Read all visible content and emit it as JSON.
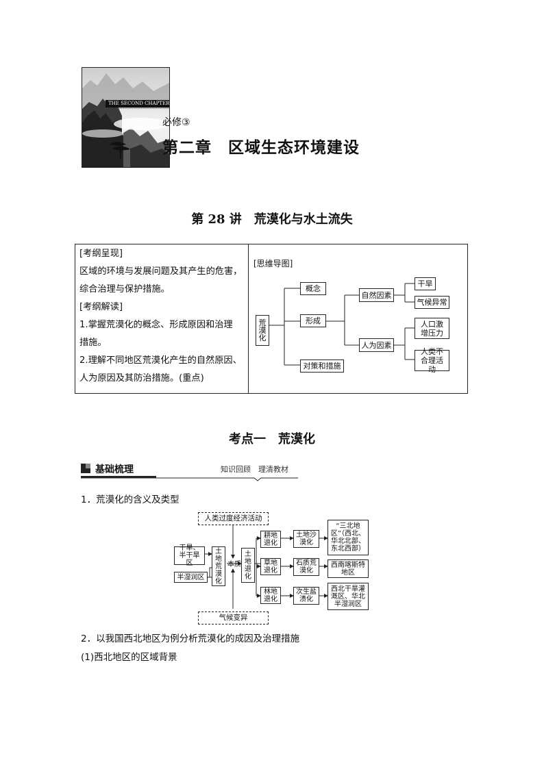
{
  "header": {
    "photo_caption": "THE SECOND CHAPTER",
    "book_label": "必修③",
    "chapter_title": "第二章　区域生态环境建设"
  },
  "lecture_title": "第 28 讲　荒漠化与水土流失",
  "syllabus": {
    "present_heading": "[考纲呈现]",
    "present_lines": [
      "区域的环境与发展问题及其产生的危害，",
      "综合治理与保护措施。"
    ],
    "interpret_heading": "[考纲解读]",
    "interpret_lines": [
      "1.掌握荒漠化的概念、形成原因和治理",
      "措施。",
      "2.理解不同地区荒漠化产生的自然原因、",
      "人为原因及其防治措施。(重点)"
    ]
  },
  "mind_map": {
    "heading": "[思维导图]",
    "root": "荒漠化",
    "branches": [
      "概念",
      "形成",
      "对策和措施"
    ],
    "causes": [
      "自然因素",
      "人为因素"
    ],
    "natural_factors": [
      "干旱",
      "气候异常"
    ],
    "human_factors": [
      "人口激增压力",
      "人类不合理活动"
    ]
  },
  "section_title": "考点一　荒漠化",
  "band": {
    "title": "基础梳理",
    "subtitle": "知识回顾　理清教材"
  },
  "item1": "1．荒漠化的含义及类型",
  "flow": {
    "top_cause": "人类过度经济活动",
    "bottom_cause": "气候变异",
    "regions": [
      "干旱、半干旱区",
      "半湿润区"
    ],
    "desertification": "土地荒漠化",
    "essence": "本质",
    "land_degradation": "土地退化",
    "degradation_types": [
      "耕地退化",
      "草地退化",
      "林地退化"
    ],
    "desert_types": [
      "土地沙漠化",
      "石质荒漠化",
      "次生盐渍化"
    ],
    "areas": [
      "“三北地区”（西北、华北北部、东北西部）",
      "西南喀斯特地区",
      "西北干旱灌溉区、华北半湿润区"
    ]
  },
  "item2": "2．以我国西北地区为例分析荒漠化的成因及治理措施",
  "item2_1": "(1)西北地区的区域背景",
  "colors": {
    "border": "#222222",
    "photo_tone": "#555555"
  }
}
